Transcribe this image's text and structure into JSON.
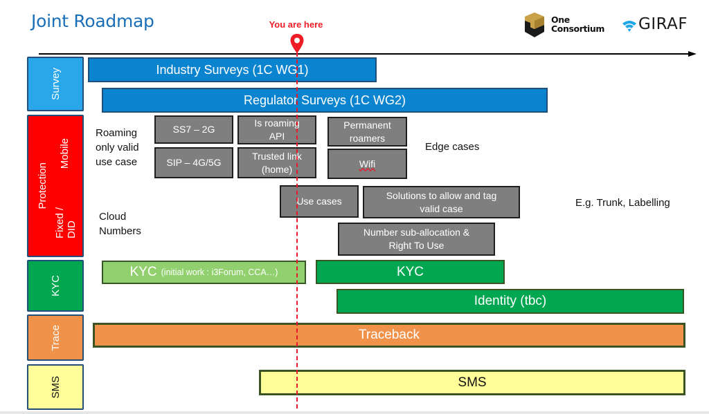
{
  "header": {
    "title": "Joint Roadmap",
    "current_marker_label": "You are here",
    "logos": {
      "one_consortium": {
        "line1": "One",
        "line2": "Consortium",
        "icon": "one-consortium-logo-icon"
      },
      "giraf": {
        "text": "GIRAF",
        "icon": "giraf-wifi-logo-icon"
      }
    }
  },
  "colors": {
    "title": "#1a6fb8",
    "marker": "#ee1c25",
    "survey": "#29a7ea",
    "protection": "#ff0000",
    "kyc": "#00a650",
    "trace": "#f0924a",
    "sms": "#fffe99",
    "blue_bar": "#0b84d0",
    "grey_bar": "#7f7f7f",
    "light_green_bar": "#92d06f"
  },
  "categories": [
    {
      "id": "survey",
      "label": "Survey"
    },
    {
      "id": "protection",
      "label": "Protection",
      "sub_labels": [
        "Mobile",
        "Fixed /",
        "DID"
      ]
    },
    {
      "id": "kyc",
      "label": "KYC"
    },
    {
      "id": "trace",
      "label": "Trace"
    },
    {
      "id": "sms",
      "label": "SMS"
    }
  ],
  "survey": {
    "industry": "Industry Surveys (1C WG1)",
    "regulator": "Regulator Surveys (1C WG2)"
  },
  "protection": {
    "mobile_note": [
      "Roaming",
      "only valid",
      "use case"
    ],
    "mobile_items": {
      "ss7": "SS7 – 2G",
      "sip": "SIP – 4G/5G",
      "is_roaming_api": [
        "Is roaming",
        "API"
      ],
      "trusted_link": [
        "Trusted link",
        "(home)"
      ],
      "permanent_roamers": [
        "Permanent",
        "roamers"
      ],
      "wifi": "Wifi"
    },
    "edge_cases_note": "Edge cases",
    "fixed_note": [
      "Cloud",
      "Numbers"
    ],
    "fixed_items": {
      "use_cases": "Use cases",
      "solutions": [
        "Solutions to allow and tag",
        "valid case"
      ],
      "number_sub_allocation": [
        "Number sub-allocation &",
        "Right To Use"
      ]
    },
    "fixed_example_note": "E.g. Trunk, Labelling"
  },
  "kyc": {
    "initial_main": "KYC",
    "initial_detail": "(initial work : i3Forum, CCA…)",
    "kyc": "KYC",
    "identity": "Identity (tbc)"
  },
  "trace": {
    "traceback": "Traceback"
  },
  "sms": {
    "sms": "SMS"
  }
}
